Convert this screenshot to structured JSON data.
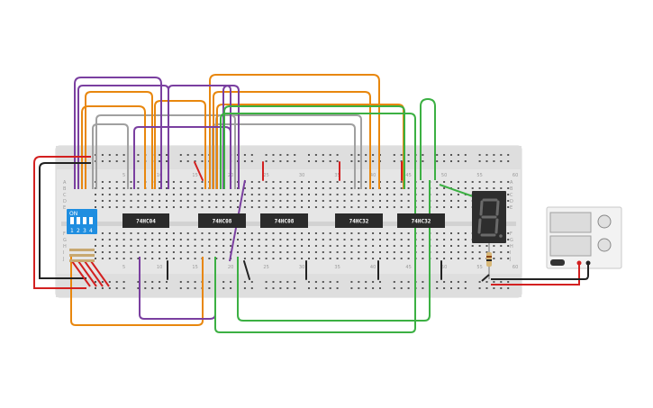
{
  "chips": [
    {
      "id": "chip-74hc04",
      "label": "74HC04"
    },
    {
      "id": "chip-74hc08-a",
      "label": "74HC08"
    },
    {
      "id": "chip-74hc08-b",
      "label": "74HC08"
    },
    {
      "id": "chip-74hc32-a",
      "label": "74HC32"
    },
    {
      "id": "chip-74hc32-b",
      "label": "74HC32"
    }
  ],
  "dip_switch": {
    "on_label": "ON",
    "positions": [
      "1",
      "2",
      "3",
      "4"
    ]
  },
  "seven_segment": {
    "digit": "8."
  },
  "breadboard": {
    "column_numbers": [
      "5",
      "10",
      "15",
      "20",
      "25",
      "30",
      "35",
      "40",
      "45",
      "50",
      "55",
      "60"
    ],
    "row_letters_top": [
      "A",
      "B",
      "C",
      "D",
      "E"
    ],
    "row_letters_bottom": [
      "F",
      "G",
      "H",
      "I",
      "J"
    ]
  },
  "colors": {
    "orange": "#e8870e",
    "purple": "#7a3fa0",
    "gray": "#a0a0a0",
    "green": "#3cb043",
    "red": "#d32020",
    "black": "#222222",
    "board": "#e9e9e9",
    "chip": "#2b2b2b",
    "dip": "#1f8ee0"
  }
}
